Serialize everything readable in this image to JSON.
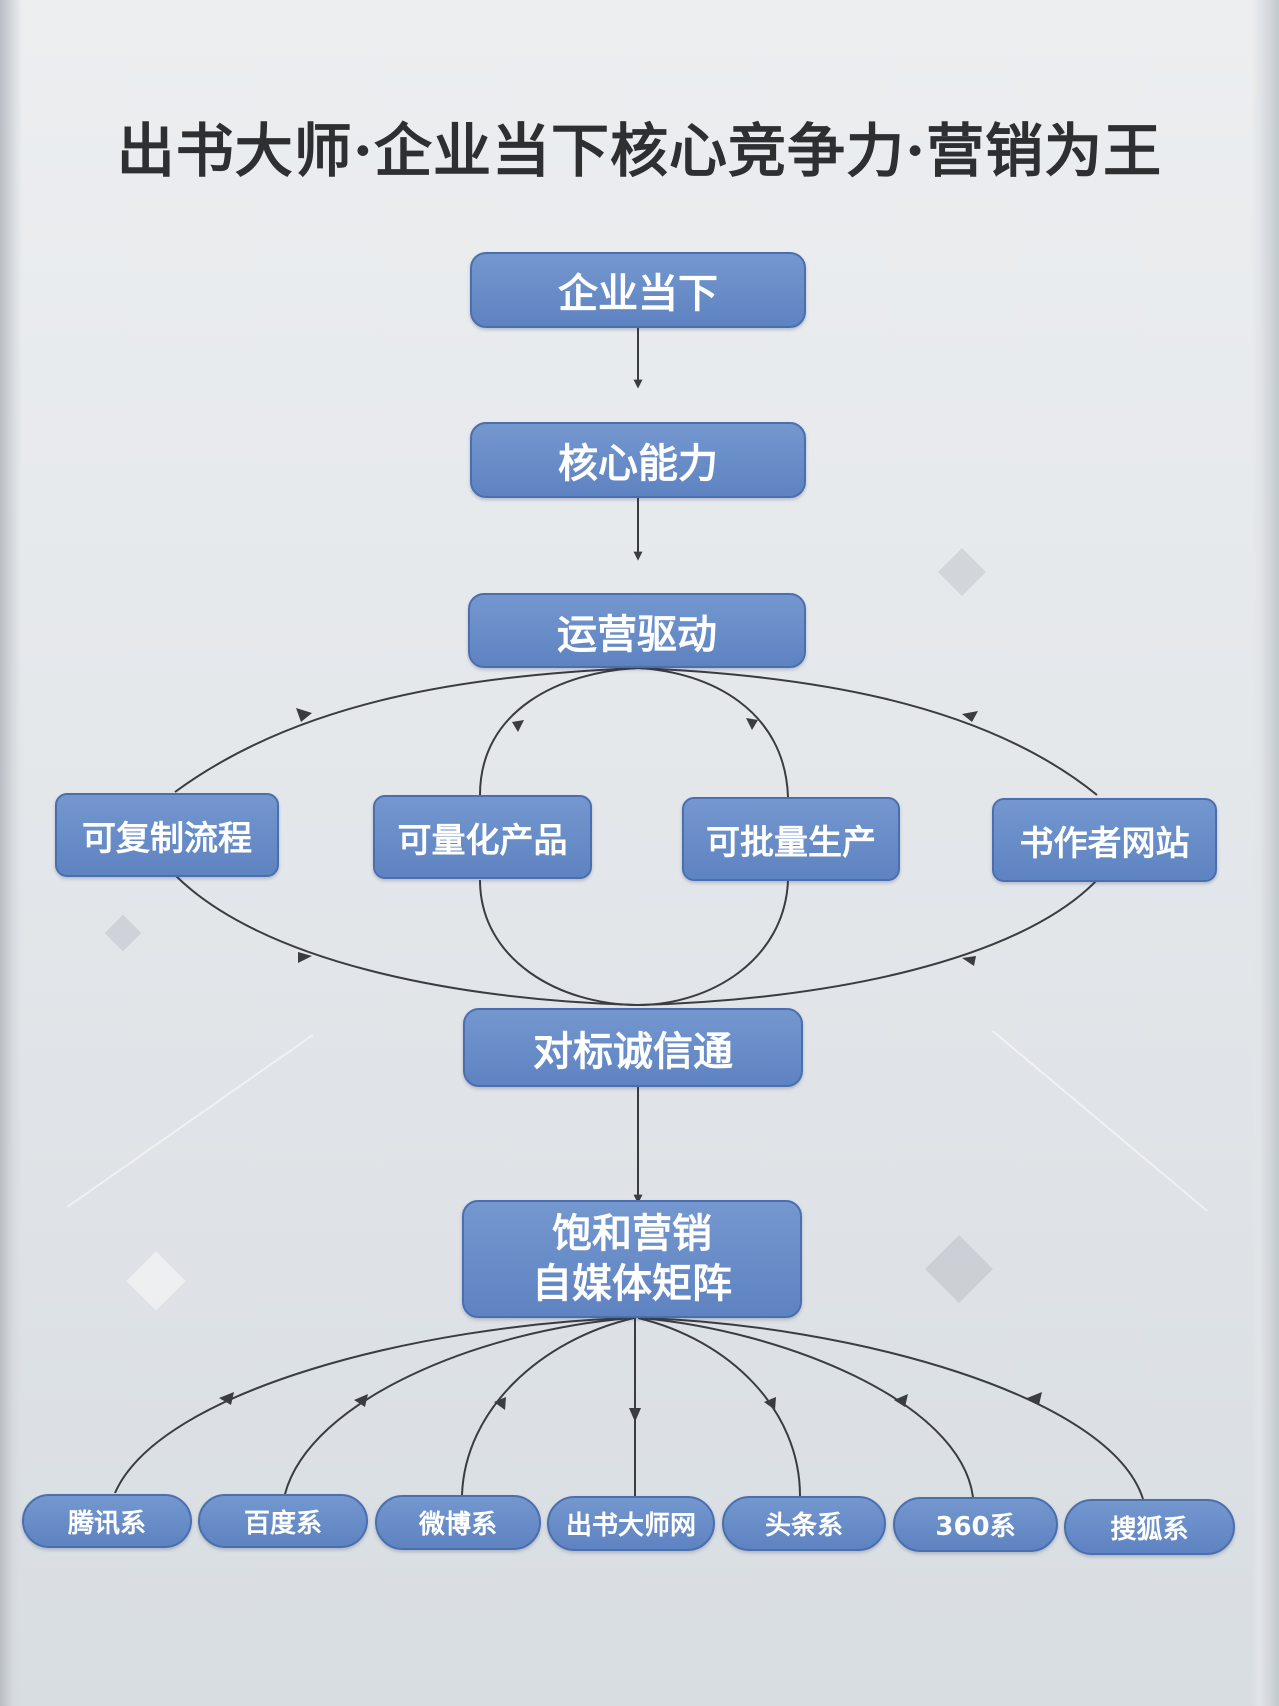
{
  "title": "出书大师·企业当下核心竞争力·营销为王",
  "nodes": {
    "current": "企业当下",
    "core": "核心能力",
    "drive": "运营驱动",
    "branches": [
      "可复制流程",
      "可量化产品",
      "可批量生产",
      "书作者网站"
    ],
    "benchmark": "对标诚信通",
    "saturation_line1": "饱和营销",
    "saturation_line2": "自媒体矩阵",
    "channels": [
      "腾讯系",
      "百度系",
      "微博系",
      "出书大师网",
      "头条系",
      "360系",
      "搜狐系"
    ]
  },
  "colors": {
    "node_fill": "#6a8ec9",
    "node_border": "#4b6fae",
    "line": "#3a3c40",
    "title": "#2e2f31"
  }
}
